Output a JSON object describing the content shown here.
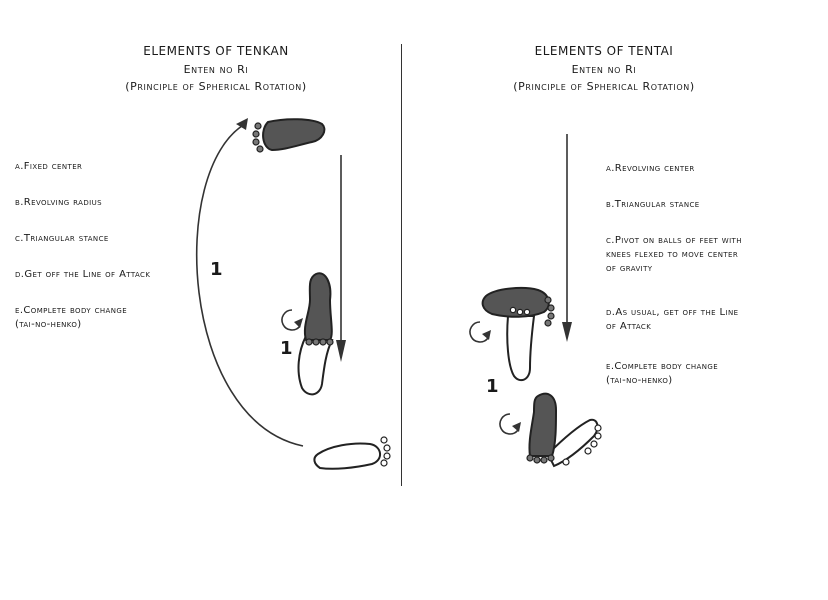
{
  "left": {
    "title": "ELEMENTS OF TENKAN",
    "subtitle": "Enten no Ri",
    "subtitle2": "(Principle of Spherical Rotation)",
    "items": [
      {
        "label": "a.Fixed center"
      },
      {
        "label": "b.Revolving radius"
      },
      {
        "label": "c.Triangular stance"
      },
      {
        "label": "d.Get off the Line of Attack"
      },
      {
        "label": "e.Complete body change",
        "sub": "(tai-no-henko)"
      }
    ],
    "step_labels": [
      "1",
      "1"
    ]
  },
  "right": {
    "title": "ELEMENTS OF TENTAI",
    "subtitle": "Enten no Ri",
    "subtitle2": "(Principle of Spherical Rotation)",
    "items": [
      {
        "label": "a.Revolving center"
      },
      {
        "label": "b.Triangular stance"
      },
      {
        "label": "c.Pivot on balls of feet with",
        "sub": "knees flexed to move center",
        "sub2": "of gravity"
      },
      {
        "label": "d.As usual, get off the Line",
        "sub": "of Attack"
      },
      {
        "label": "e.Complete body change",
        "sub": "(tai-no-henko)"
      }
    ],
    "step_labels": [
      "1"
    ]
  }
}
